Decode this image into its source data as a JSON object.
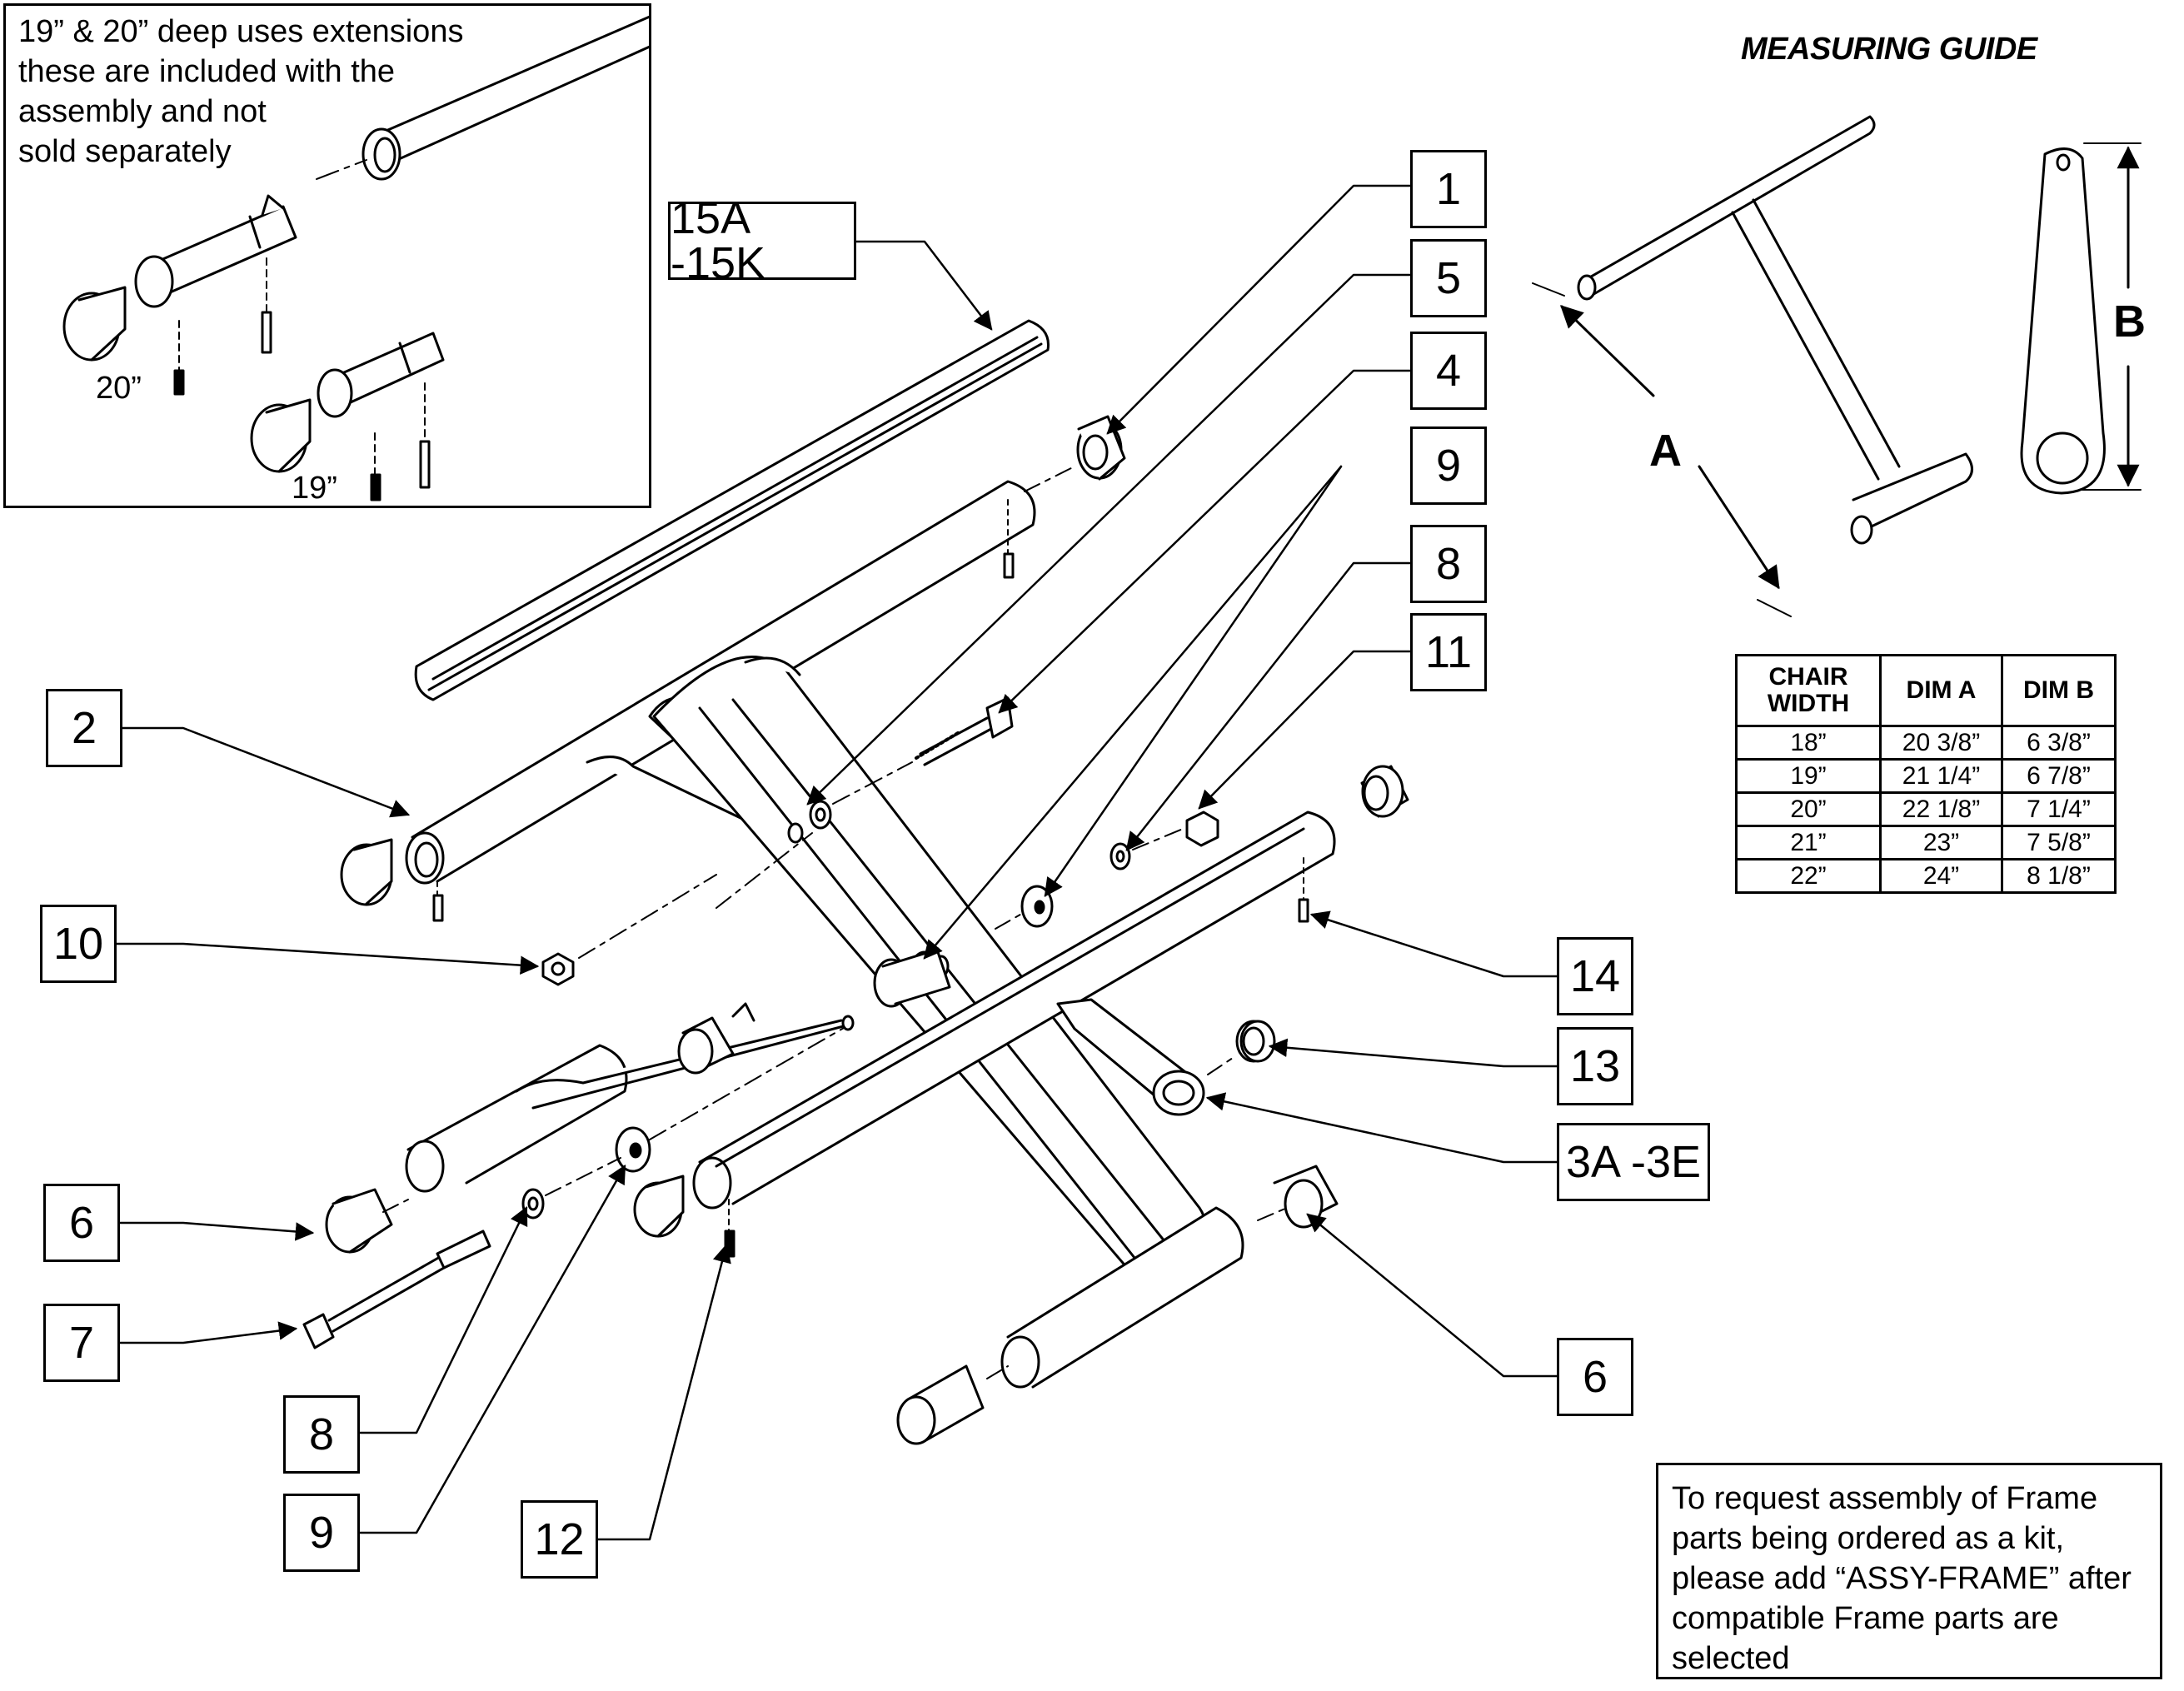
{
  "inset": {
    "note_lines": [
      "19” & 20” deep uses extensions",
      "these are included with the",
      "assembly and not",
      "sold separately"
    ],
    "label_20": "20”",
    "label_19": "19”"
  },
  "measuring_guide": {
    "title": "MEASURING GUIDE",
    "dim_a_label": "A",
    "dim_b_label": "B"
  },
  "dimension_table": {
    "headers": [
      "CHAIR WIDTH",
      "DIM A",
      "DIM B"
    ],
    "rows": [
      [
        "18”",
        "20 3/8”",
        "6 3/8”"
      ],
      [
        "19”",
        "21 1/4”",
        "6 7/8”"
      ],
      [
        "20”",
        "22 1/8”",
        "7 1/4”"
      ],
      [
        "21”",
        "23”",
        "7 5/8”"
      ],
      [
        "22”",
        "24”",
        "8 1/8”"
      ]
    ]
  },
  "callouts": {
    "c1": "1",
    "c5": "5",
    "c4": "4",
    "c9a": "9",
    "c8a": "8",
    "c11": "11",
    "c15": "15A -15K",
    "c2": "2",
    "c10": "10",
    "c14": "14",
    "c13": "13",
    "c3": "3A -3E",
    "c6a": "6",
    "c7": "7",
    "c8b": "8",
    "c9b": "9",
    "c12": "12",
    "c6b": "6"
  },
  "assembly_note": {
    "lines": [
      "To request assembly of Frame",
      "parts being ordered as a kit,",
      "please add “ASSY-FRAME” after",
      "compatible Frame parts are",
      "selected"
    ]
  }
}
